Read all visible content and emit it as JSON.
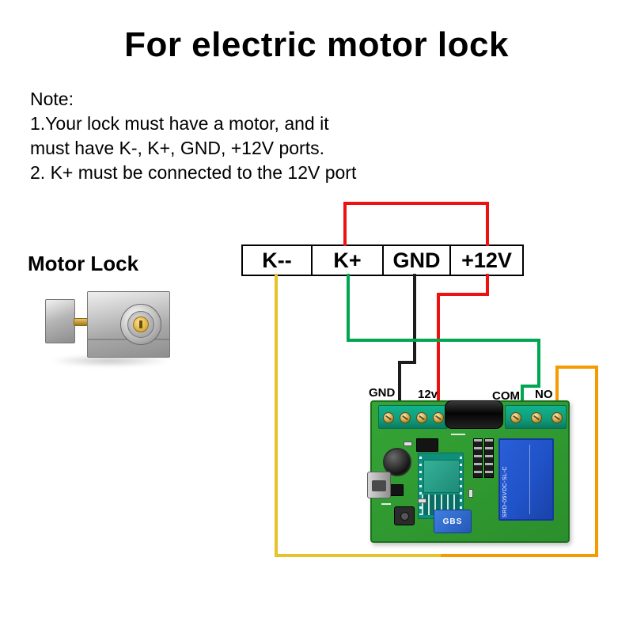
{
  "title": "For electric motor lock",
  "note": {
    "heading": "Note:",
    "line1": "1.Your lock must have a motor, and it",
    "line2": "must have K-, K+, GND, +12V ports.",
    "line3": "2. K+ must be connected to the 12V port"
  },
  "lock": {
    "label": "Motor Lock"
  },
  "terminal_block": {
    "ports": [
      "K--",
      "K+",
      "GND",
      "+12V"
    ]
  },
  "board": {
    "labels": {
      "gnd": "GND",
      "v12": "12v",
      "com": "COM",
      "no": "NO"
    },
    "relay_text": "SRD-05VDC-SL-C",
    "module_text": "GBS"
  },
  "colors": {
    "wire_red": "#ee1111",
    "wire_green": "#00a651",
    "wire_black": "#1c1c1c",
    "wire_yellow": "#e8c229",
    "wire_orange": "#f59a00",
    "pcb_green": "#35a436",
    "relay_blue": "#2052c8",
    "terminal_teal": "#0f9d7c"
  }
}
